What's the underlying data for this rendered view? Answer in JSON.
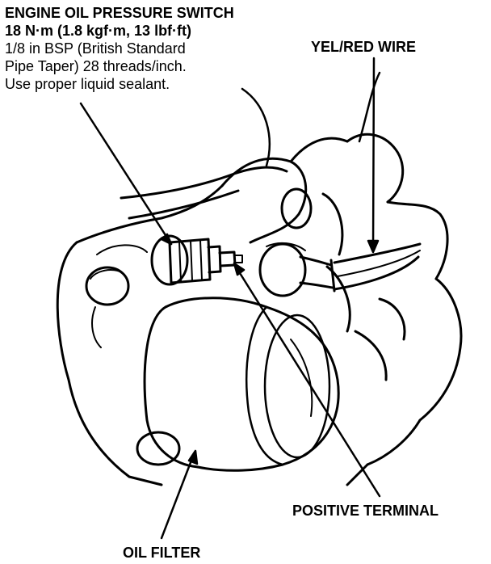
{
  "switch_callout": {
    "title": "ENGINE OIL PRESSURE SWITCH",
    "torque": "18 N·m (1.8 kgf·m, 13 lbf·ft)",
    "spec_line_1": "1/8 in BSP (British Standard",
    "spec_line_2": "Pipe Taper) 28 threads/inch.",
    "spec_line_3": "Use proper liquid sealant."
  },
  "labels": {
    "wire": "YEL/RED WIRE",
    "positive_terminal": "POSITIVE TERMINAL",
    "oil_filter": "OIL FILTER"
  },
  "colors": {
    "ink": "#000000",
    "paper": "#ffffff"
  }
}
